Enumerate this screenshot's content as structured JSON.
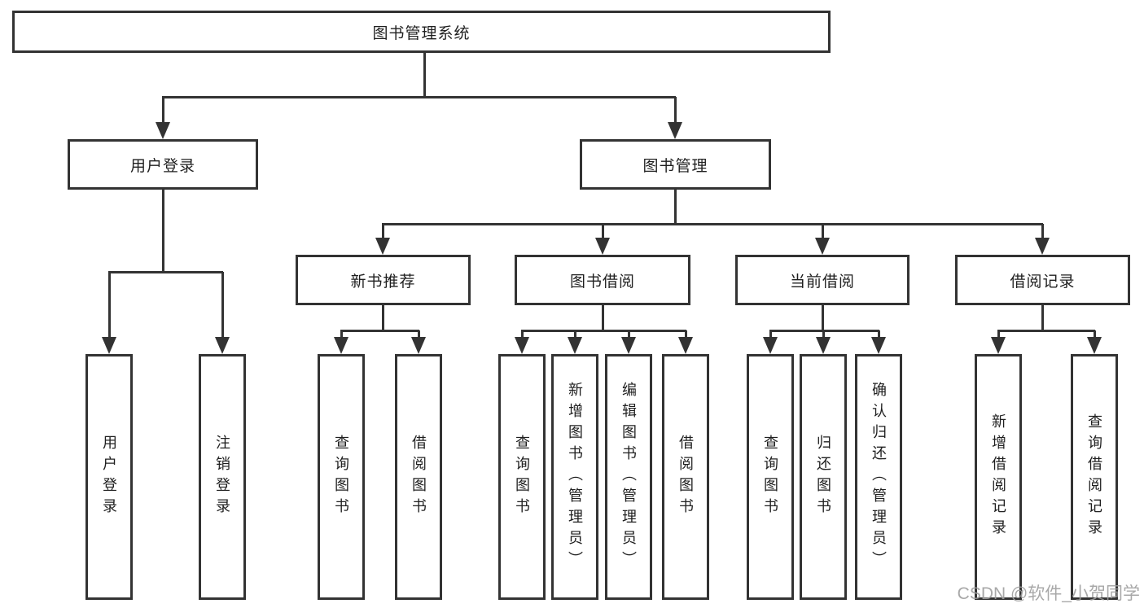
{
  "diagram": {
    "root": {
      "label": "图书管理系统"
    },
    "branches": [
      {
        "label": "用户登录",
        "children": [
          "用户登录",
          "注销登录"
        ]
      },
      {
        "label": "图书管理",
        "modules": [
          {
            "label": "新书推荐",
            "children": [
              "查询图书",
              "借阅图书"
            ]
          },
          {
            "label": "图书借阅",
            "children": [
              "查询图书",
              "新增图书（管理员）",
              "编辑图书（管理员）",
              "借阅图书"
            ]
          },
          {
            "label": "当前借阅",
            "children": [
              "查询图书",
              "归还图书",
              "确认归还（管理员）"
            ]
          },
          {
            "label": "借阅记录",
            "children": [
              "新增借阅记录",
              "查询借阅记录"
            ]
          }
        ]
      }
    ]
  },
  "watermark": {
    "text": "CSDN @软件_小贺同学"
  },
  "colors": {
    "line": "#333333",
    "text": "#1f1f1f",
    "background": "#ffffff",
    "watermark": "#9e9e9e"
  }
}
